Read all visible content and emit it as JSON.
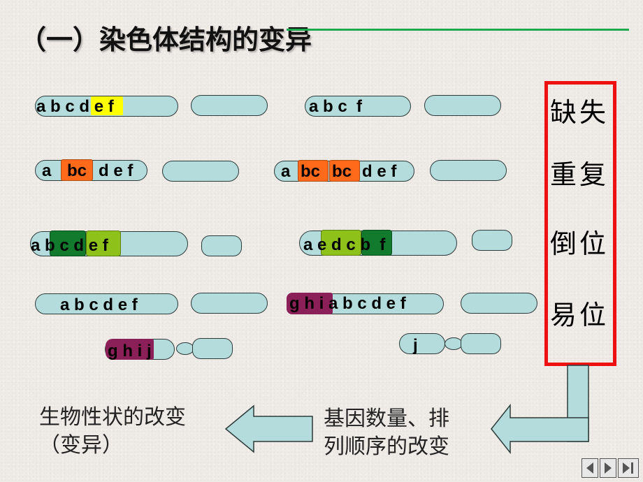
{
  "title": "（一）染色体结构的变异",
  "colors": {
    "chromosome": "#b4dcdc",
    "outline": "#2c3a3a",
    "yellow": "#ffff00",
    "orange": "#ff6a1a",
    "dark_green": "#117a2c",
    "light_green": "#8ec21a",
    "purple": "#8b1f57",
    "red_box": "#ee1111",
    "line_green": "#1eaa4c"
  },
  "rows": {
    "deletion": {
      "normal": "a b c d e f",
      "mutant": "a b c  f"
    },
    "duplication": {
      "normal_a": "a",
      "normal_bc": "bc",
      "normal_rest": "d e f",
      "mutant_a": "a",
      "mutant_bc1": "bc",
      "mutant_bc2": "bc",
      "mutant_rest": "d e f"
    },
    "inversion": {
      "normal": "a b c d e f",
      "mutant": "a e d c b  f"
    },
    "translocation": {
      "normal": "a b c d e f",
      "normal_partner": "g h i j",
      "mutant": "g h i a b c d e f",
      "mutant_partner": "j"
    }
  },
  "labels": [
    "缺失",
    "重复",
    "倒位",
    "易位"
  ],
  "arrow_texts": {
    "middle_line1": "基因数量、排",
    "middle_line2": "列顺序的改变",
    "left_line1": "生物性状的改变",
    "left_line2": "（变异）"
  },
  "nav": [
    "prev-icon",
    "next-icon",
    "end-icon"
  ]
}
